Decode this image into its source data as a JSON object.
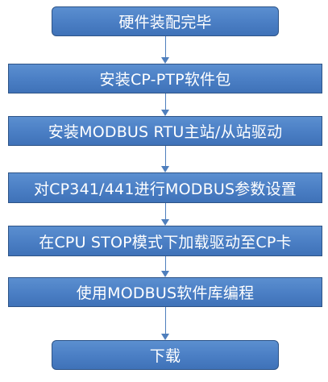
{
  "diagram": {
    "steps": [
      {
        "label": "硬件装配完毕"
      },
      {
        "label": "安装CP-PTP软件包"
      },
      {
        "label": "安装MODBUS RTU主站/从站驱动"
      },
      {
        "label": "对CP341/441进行MODBUS参数设置"
      },
      {
        "label": "在CPU STOP模式下加载驱动至CP卡"
      },
      {
        "label": "使用MODBUS软件库编程"
      },
      {
        "label": "下载"
      }
    ],
    "colors": {
      "box_fill": "#4a7ec4",
      "box_border": "#2e5487",
      "text": "#ffffff",
      "arrow": "#4f7fbd"
    }
  }
}
